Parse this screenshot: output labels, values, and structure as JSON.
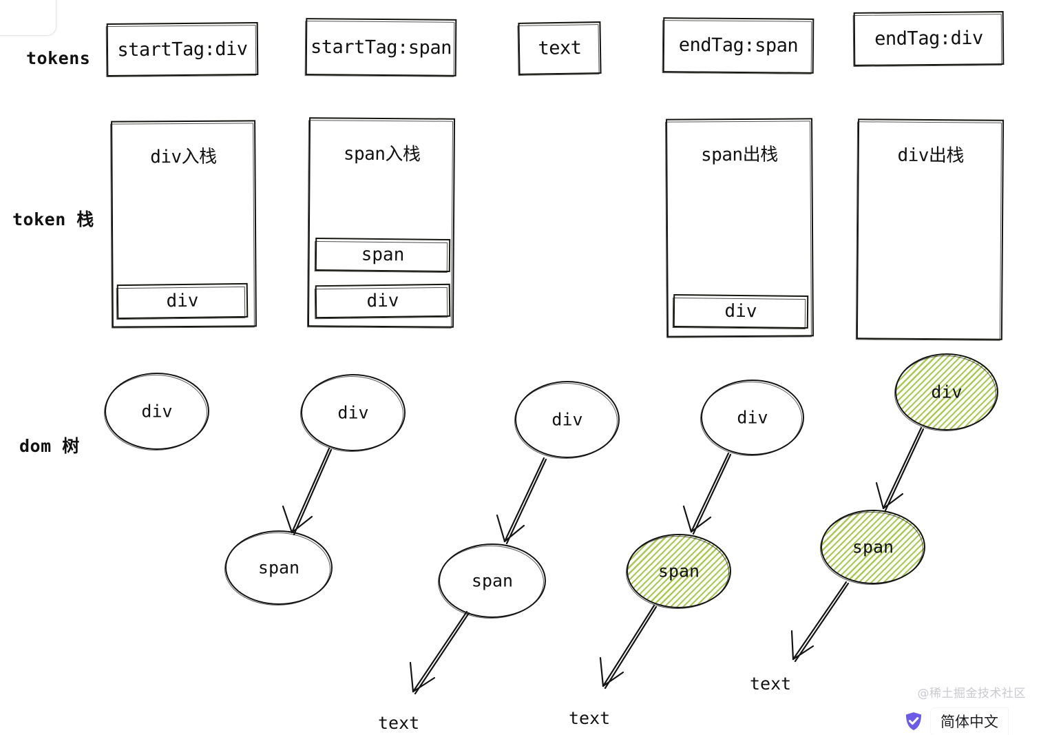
{
  "diagram": {
    "row_labels": {
      "tokens": "tokens",
      "token_stack": "token 栈",
      "dom_tree": "dom 树"
    },
    "tokens": [
      {
        "label": "startTag:div"
      },
      {
        "label": "startTag:span"
      },
      {
        "label": "text"
      },
      {
        "label": "endTag:span"
      },
      {
        "label": "endTag:div"
      }
    ],
    "token_stack_steps": [
      {
        "title": "div入栈",
        "items": [
          "div"
        ]
      },
      {
        "title": "span入栈",
        "items": [
          "span",
          "div"
        ]
      },
      {
        "title": "",
        "items": []
      },
      {
        "title": "span出栈",
        "items": [
          "div"
        ]
      },
      {
        "title": "div出栈",
        "items": []
      }
    ],
    "dom_steps": [
      {
        "nodes": [
          {
            "label": "div",
            "highlight": false
          }
        ],
        "leaf_text": ""
      },
      {
        "nodes": [
          {
            "label": "div",
            "highlight": false
          },
          {
            "label": "span",
            "highlight": false
          }
        ],
        "leaf_text": ""
      },
      {
        "nodes": [
          {
            "label": "div",
            "highlight": false
          },
          {
            "label": "span",
            "highlight": false
          }
        ],
        "leaf_text": "text"
      },
      {
        "nodes": [
          {
            "label": "div",
            "highlight": false
          },
          {
            "label": "span",
            "highlight": true
          }
        ],
        "leaf_text": "text"
      },
      {
        "nodes": [
          {
            "label": "div",
            "highlight": true
          },
          {
            "label": "span",
            "highlight": true
          }
        ],
        "leaf_text": "text"
      }
    ]
  },
  "watermark": {
    "text": "@稀土掘金技术社区"
  },
  "ime": {
    "language": "简体中文",
    "icon": "shield-check-icon"
  },
  "colors": {
    "ink": "#121212",
    "highlight_green": "#a9ca4f",
    "highlight_fill": "#eef5dd",
    "watermark_gray": "#c9c9cf",
    "ime_purple": "#6b5ce7"
  }
}
